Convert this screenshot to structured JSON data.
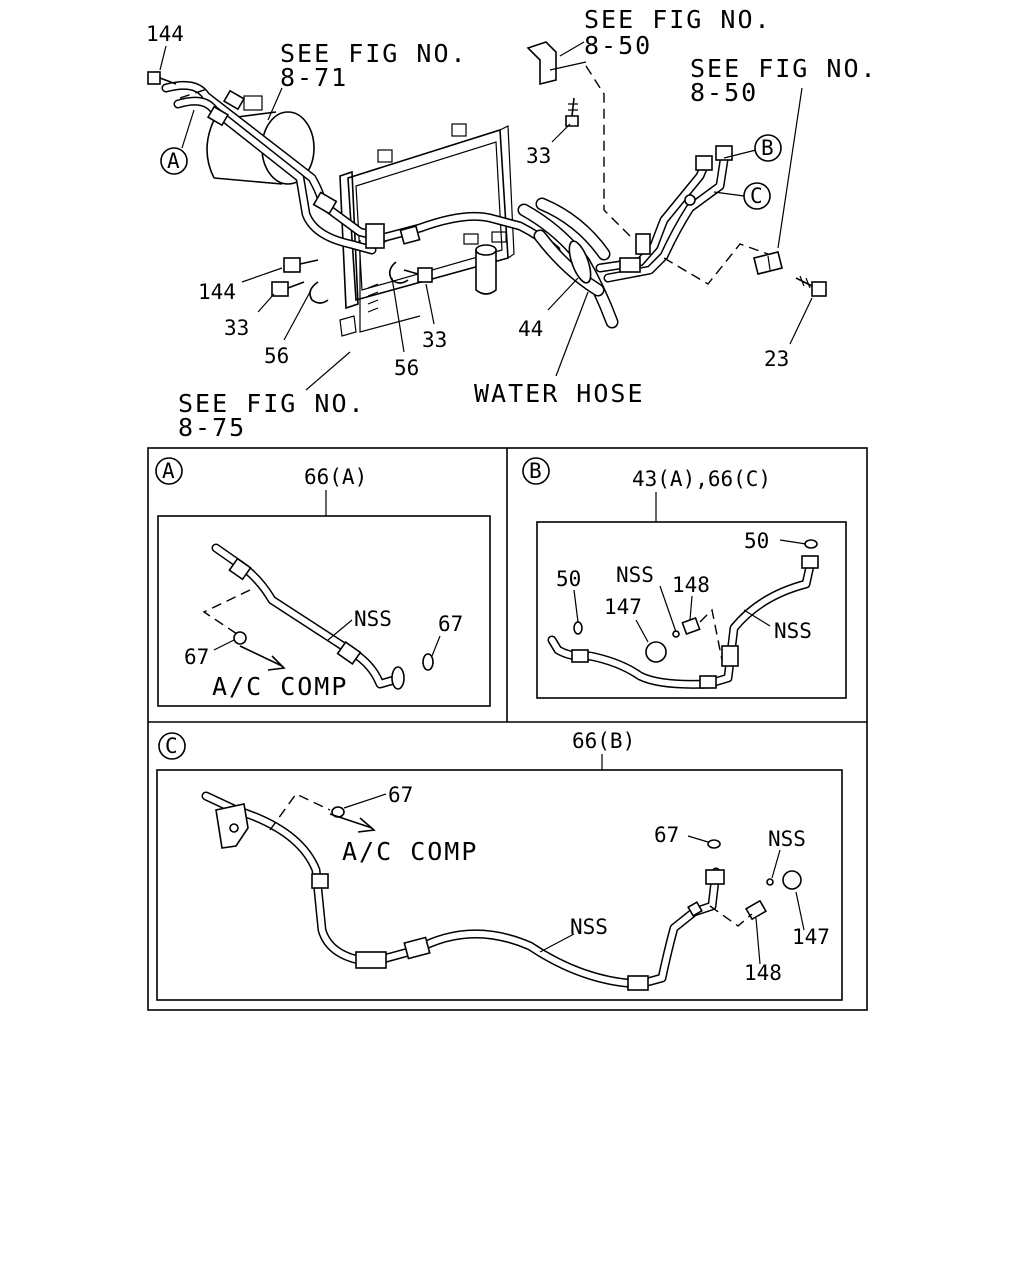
{
  "main": {
    "callouts": {
      "c144a": "144",
      "c144b": "144",
      "c33a": "33",
      "c33b": "33",
      "c33c": "33",
      "c56a": "56",
      "c56b": "56",
      "c44": "44",
      "c23": "23",
      "cA": "A",
      "cB": "B",
      "cC": "C"
    },
    "refs": {
      "r871_a": "SEE FIG NO.",
      "r871_b": "8-71",
      "r850top_a": "SEE FIG NO.",
      "r850top_b": "8-50",
      "r850right_a": "SEE FIG NO.",
      "r850right_b": "8-50",
      "r875_a": "SEE FIG NO.",
      "r875_b": "8-75"
    },
    "water_hose": "WATER HOSE"
  },
  "panel_a": {
    "letter": "A",
    "part": "66(A)",
    "nss": "NSS",
    "c67_right": "67",
    "c67_left": "67",
    "comp": "A/C COMP"
  },
  "panel_b": {
    "letter": "B",
    "part": "43(A),66(C)",
    "c50_right": "50",
    "c50_left": "50",
    "nss_top": "NSS",
    "c148": "148",
    "c147": "147",
    "nss_right": "NSS"
  },
  "panel_c": {
    "letter": "C",
    "part": "66(B)",
    "c67_top": "67",
    "comp": "A/C COMP",
    "c67_right": "67",
    "nss_right": "NSS",
    "nss_mid": "NSS",
    "c147": "147",
    "c148": "148"
  }
}
